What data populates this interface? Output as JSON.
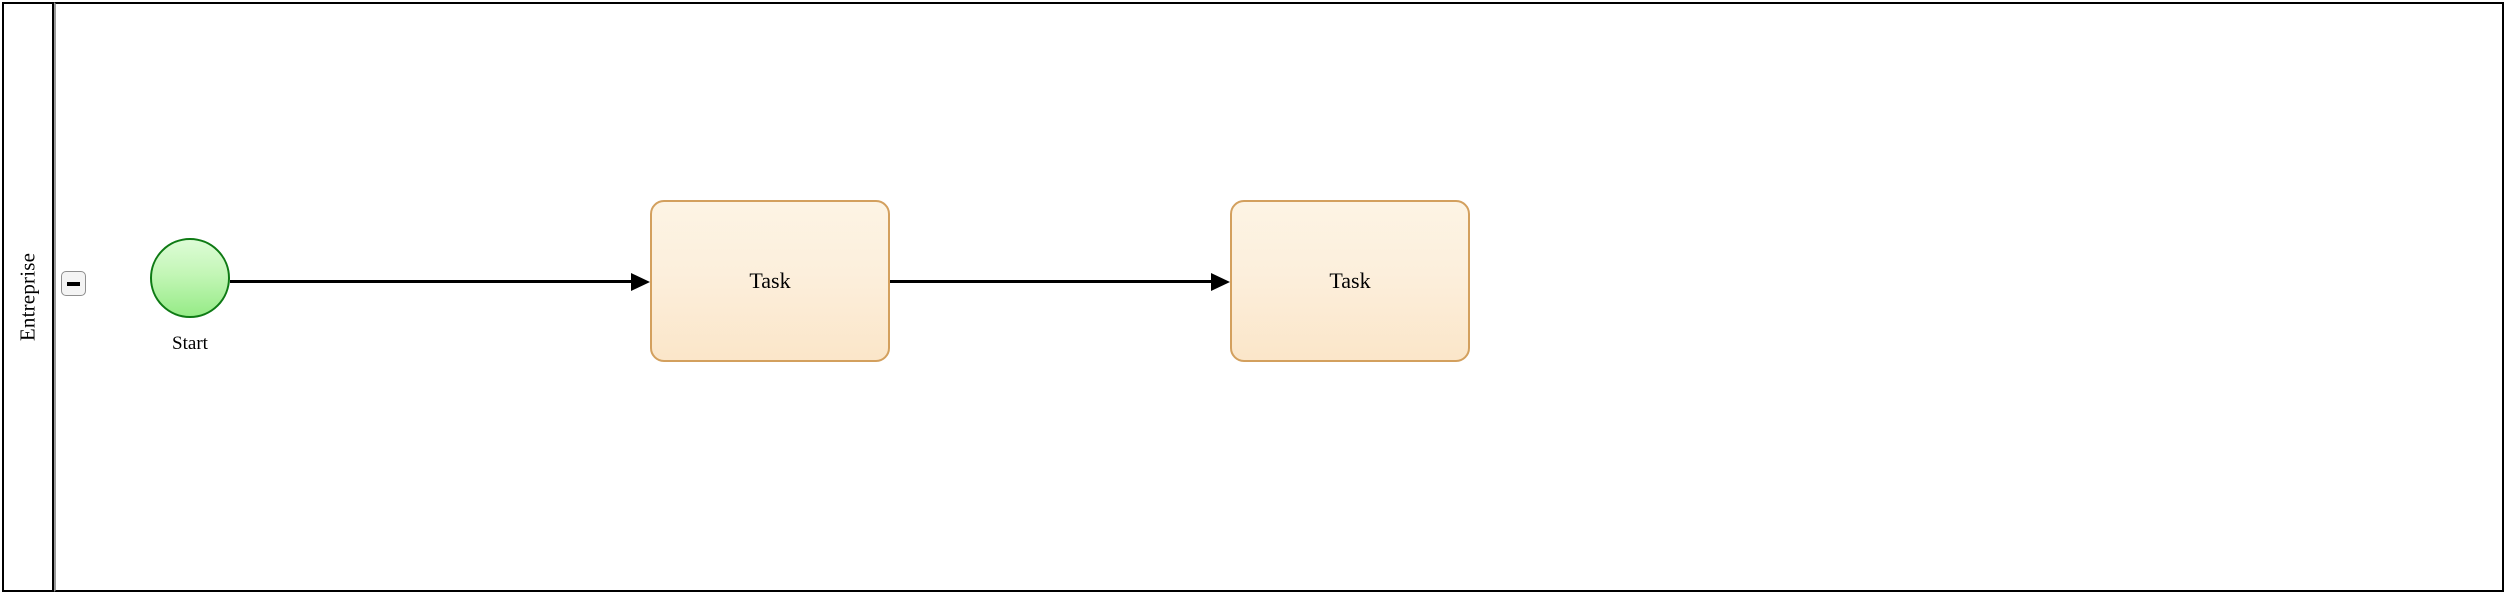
{
  "diagram": {
    "type": "bpmn-pool",
    "background_color": "#ffffff",
    "pool": {
      "label": "Entreprise",
      "border_color": "#000000",
      "lane_border_color": "#9a9a9a",
      "collapse_button": {
        "icon": "minus-icon",
        "state": "expanded",
        "fill_color": "#f4f4f4",
        "border_color": "#8f8f8f"
      }
    },
    "nodes": [
      {
        "id": "start-event",
        "kind": "start-event",
        "shape": "circle",
        "label": "Start",
        "fill_from": "#ddfcd6",
        "fill_to": "#96eb87",
        "border_color": "#0e7a14"
      },
      {
        "id": "task-1",
        "kind": "task",
        "shape": "rounded-rectangle",
        "label": "Task",
        "fill_from": "#fdf4e4",
        "fill_to": "#fbe6c9",
        "border_color": "#d3a05e"
      },
      {
        "id": "task-2",
        "kind": "task",
        "shape": "rounded-rectangle",
        "label": "Task",
        "fill_from": "#fdf4e4",
        "fill_to": "#fbe6c9",
        "border_color": "#d3a05e"
      }
    ],
    "flows": [
      {
        "id": "flow-1",
        "kind": "sequence-flow",
        "from": "start-event",
        "to": "task-1",
        "color": "#000000",
        "arrow": "solid-triangle"
      },
      {
        "id": "flow-2",
        "kind": "sequence-flow",
        "from": "task-1",
        "to": "task-2",
        "color": "#000000",
        "arrow": "solid-triangle"
      }
    ]
  }
}
